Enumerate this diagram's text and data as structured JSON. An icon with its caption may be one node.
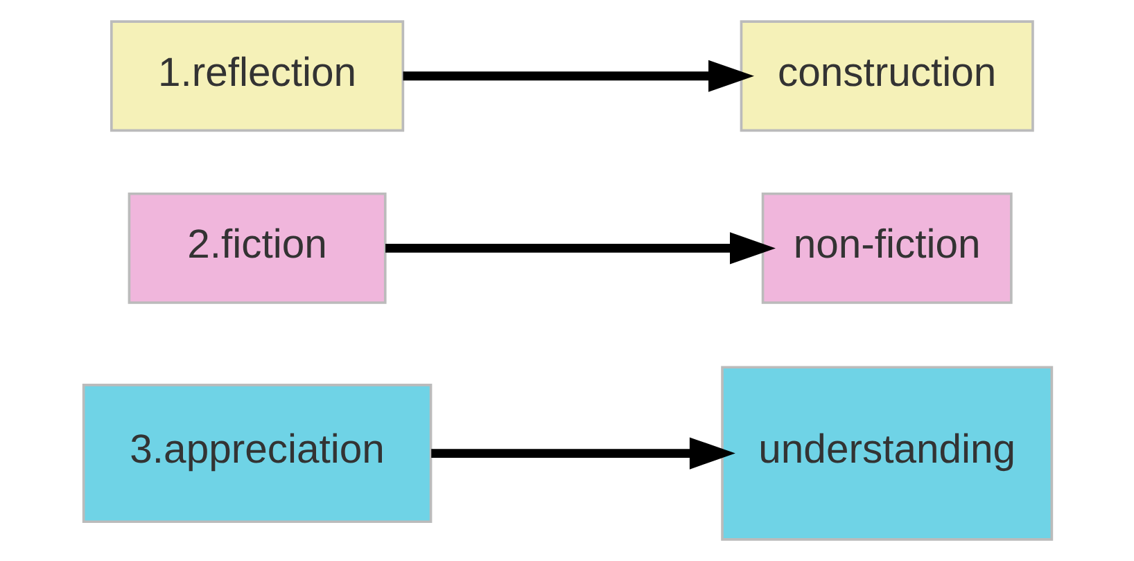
{
  "diagram": {
    "nodes": [
      {
        "text": [
          "1.reflection"
        ]
      },
      {
        "text": [
          "construction"
        ]
      },
      {
        "text": [
          "2.fiction"
        ]
      },
      {
        "text": [
          "non-fiction"
        ]
      },
      {
        "text": [
          "3.appreciation"
        ]
      },
      {
        "text": [
          "understanding"
        ]
      }
    ],
    "edges": [
      {
        "from": 0,
        "to": 1,
        "arrow": "to"
      },
      {
        "from": 2,
        "to": 3,
        "arrow": "to"
      },
      {
        "from": 4,
        "to": 5,
        "arrow": "to"
      }
    ]
  }
}
